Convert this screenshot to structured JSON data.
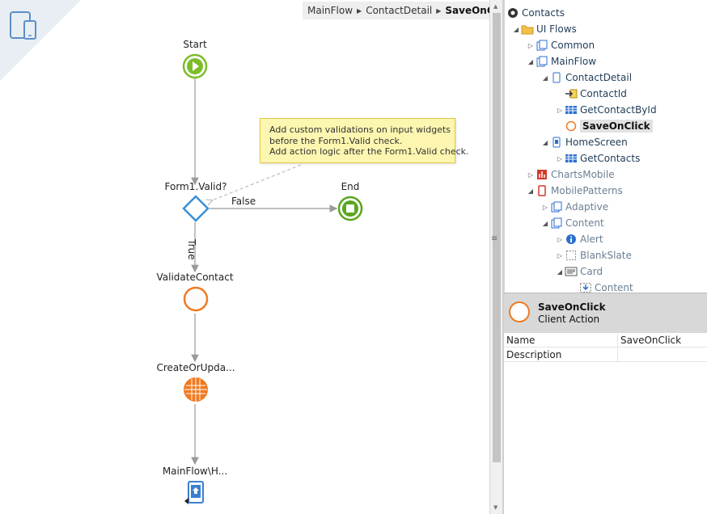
{
  "breadcrumb": {
    "items": [
      "MainFlow",
      "ContactDetail"
    ],
    "current": "SaveOnClick"
  },
  "flow": {
    "start": "Start",
    "if_node": "Form1.Valid?",
    "false_label": "False",
    "true_label": "True",
    "end": "End",
    "validate": "ValidateContact",
    "create": "CreateOrUpda...",
    "destination": "MainFlow\\H...",
    "note": [
      "Add custom validations on input widgets",
      "before the Form1.Valid check.",
      "Add action logic after the Form1.Valid check."
    ]
  },
  "tree": {
    "items": [
      {
        "label": "Contacts",
        "icon": "module-icon"
      },
      {
        "label": "UI Flows",
        "icon": "folder-icon"
      },
      {
        "label": "Common",
        "icon": "flow-icon"
      },
      {
        "label": "MainFlow",
        "icon": "flow-icon"
      },
      {
        "label": "ContactDetail",
        "icon": "screen-icon"
      },
      {
        "label": "ContactId",
        "icon": "input-parameter-icon"
      },
      {
        "label": "GetContactById",
        "icon": "aggregate-icon"
      },
      {
        "label": "SaveOnClick",
        "icon": "client-action-icon"
      },
      {
        "label": "HomeScreen",
        "icon": "screen-icon"
      },
      {
        "label": "GetContacts",
        "icon": "aggregate-icon"
      },
      {
        "label": "ChartsMobile",
        "icon": "charts-module-icon"
      },
      {
        "label": "MobilePatterns",
        "icon": "mobile-module-icon"
      },
      {
        "label": "Adaptive",
        "icon": "flow-icon"
      },
      {
        "label": "Content",
        "icon": "flow-icon"
      },
      {
        "label": "Alert",
        "icon": "info-icon"
      },
      {
        "label": "BlankSlate",
        "icon": "block-icon"
      },
      {
        "label": "Card",
        "icon": "card-icon"
      },
      {
        "label": "Content",
        "icon": "placeholder-icon"
      }
    ]
  },
  "properties": {
    "title": "SaveOnClick",
    "subtitle": "Client Action",
    "rows": [
      {
        "name": "Name",
        "value": "SaveOnClick"
      },
      {
        "name": "Description",
        "value": ""
      }
    ]
  },
  "colors": {
    "start_green": "#7cbd2a",
    "end_green": "#5aa51e",
    "action_orange": "#f07a20",
    "if_blue": "#3a8fd6",
    "note_yellow": "#fdf6b0",
    "tree_blue": "#2a6fd1"
  }
}
